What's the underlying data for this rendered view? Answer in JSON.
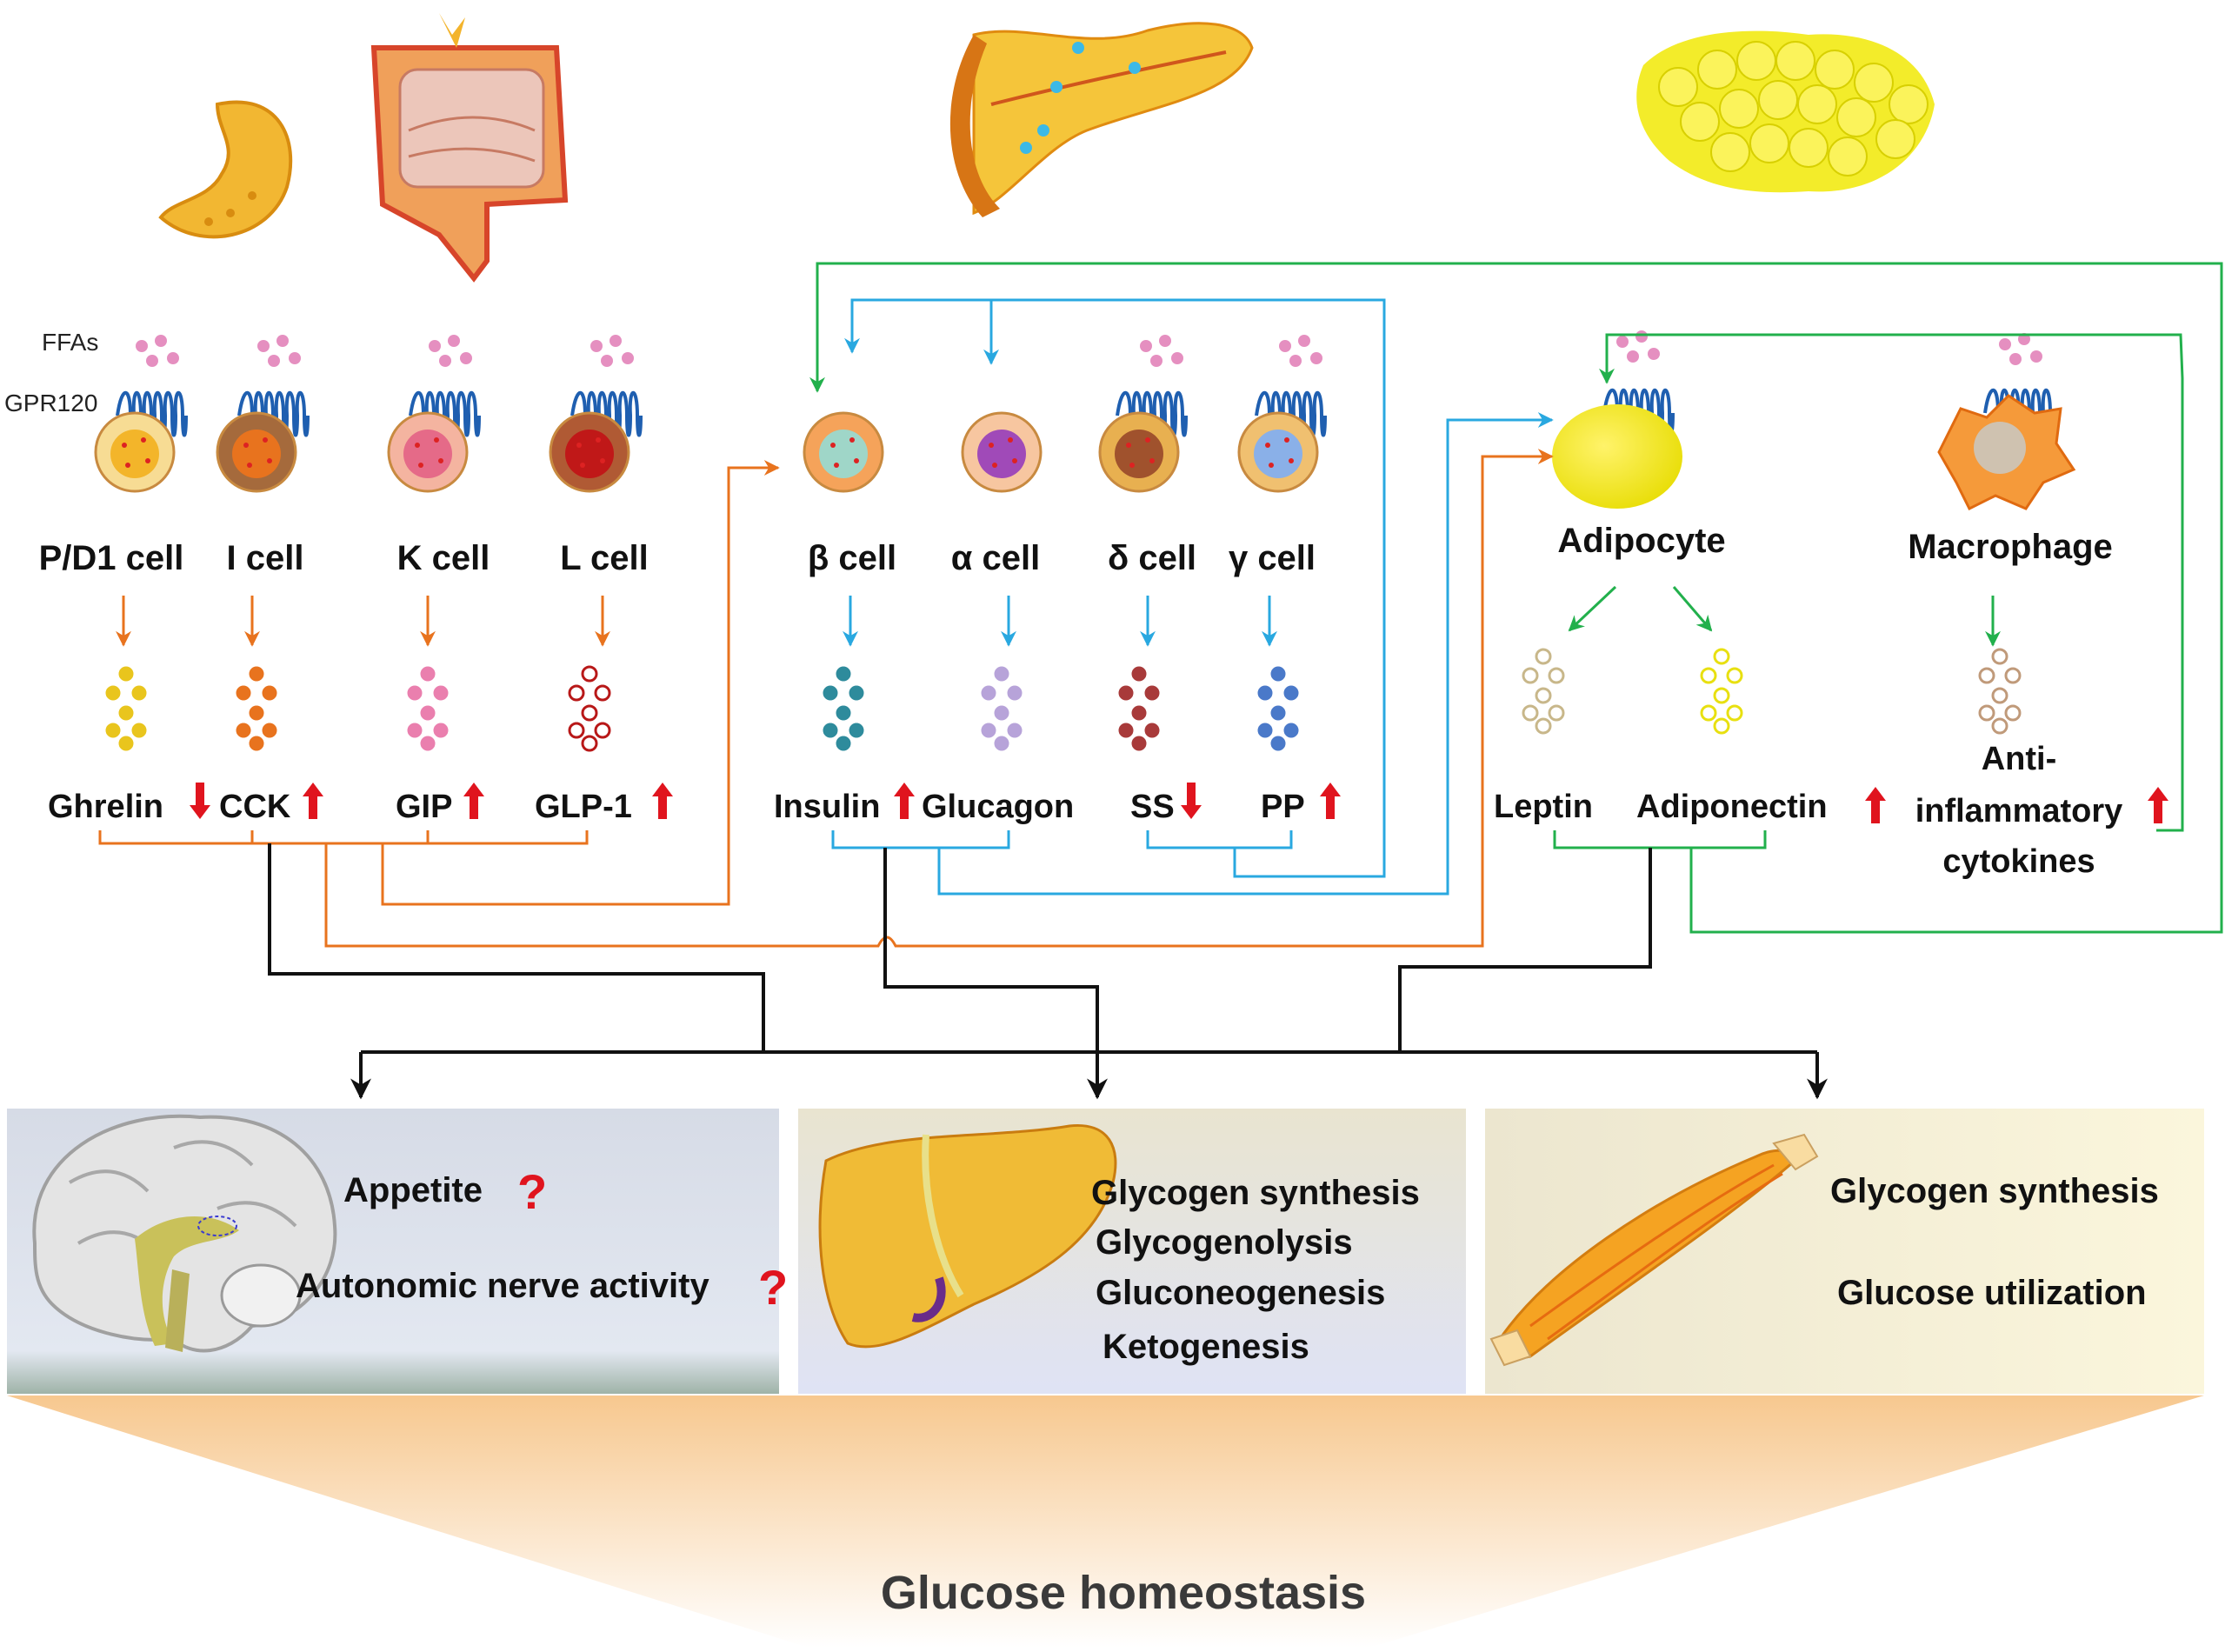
{
  "labels": {
    "ffas": "FFAs",
    "gpr120": "GPR120",
    "cells": {
      "pd1": "P/D1 cell",
      "i": "I cell",
      "k": "K cell",
      "l": "L cell",
      "beta": "β cell",
      "alpha": "α cell",
      "delta": "δ cell",
      "gamma": "γ cell",
      "adipocyte": "Adipocyte",
      "macrophage": "Macrophage"
    },
    "hormones": {
      "ghrelin": "Ghrelin",
      "cck": "CCK",
      "gip": "GIP",
      "glp1": "GLP-1",
      "insulin": "Insulin",
      "glucagon": "Glucagon",
      "ss": "SS",
      "pp": "PP",
      "leptin": "Leptin",
      "adiponectin": "Adiponectin",
      "anti_line1": "Anti-",
      "anti_line2": "inflammatory",
      "anti_line3": "cytokines"
    },
    "effects": {
      "appetite": "Appetite",
      "autonomic": "Autonomic nerve activity",
      "liver_glycogen_synthesis": "Glycogen synthesis",
      "glycogenolysis": "Glycogenolysis",
      "gluconeogenesis": "Gluconeogenesis",
      "ketogenesis": "Ketogenesis",
      "muscle_glycogen_synthesis": "Glycogen synthesis",
      "glucose_utilization": "Glucose utilization"
    },
    "question_mark": "?",
    "footer": "Glucose homeostasis"
  },
  "colors": {
    "orange": "#e8731e",
    "blue": "#29a8e0",
    "green": "#22b04c",
    "black": "#111111",
    "red_arrow": "#e0141e"
  },
  "icons": [
    "stomach-icon",
    "intestine-icon",
    "pancreas-icon",
    "adipose-tissue-icon",
    "gpr120-receptor-icon",
    "brain-icon",
    "liver-icon",
    "muscle-icon",
    "up-arrow-icon",
    "down-arrow-icon"
  ]
}
